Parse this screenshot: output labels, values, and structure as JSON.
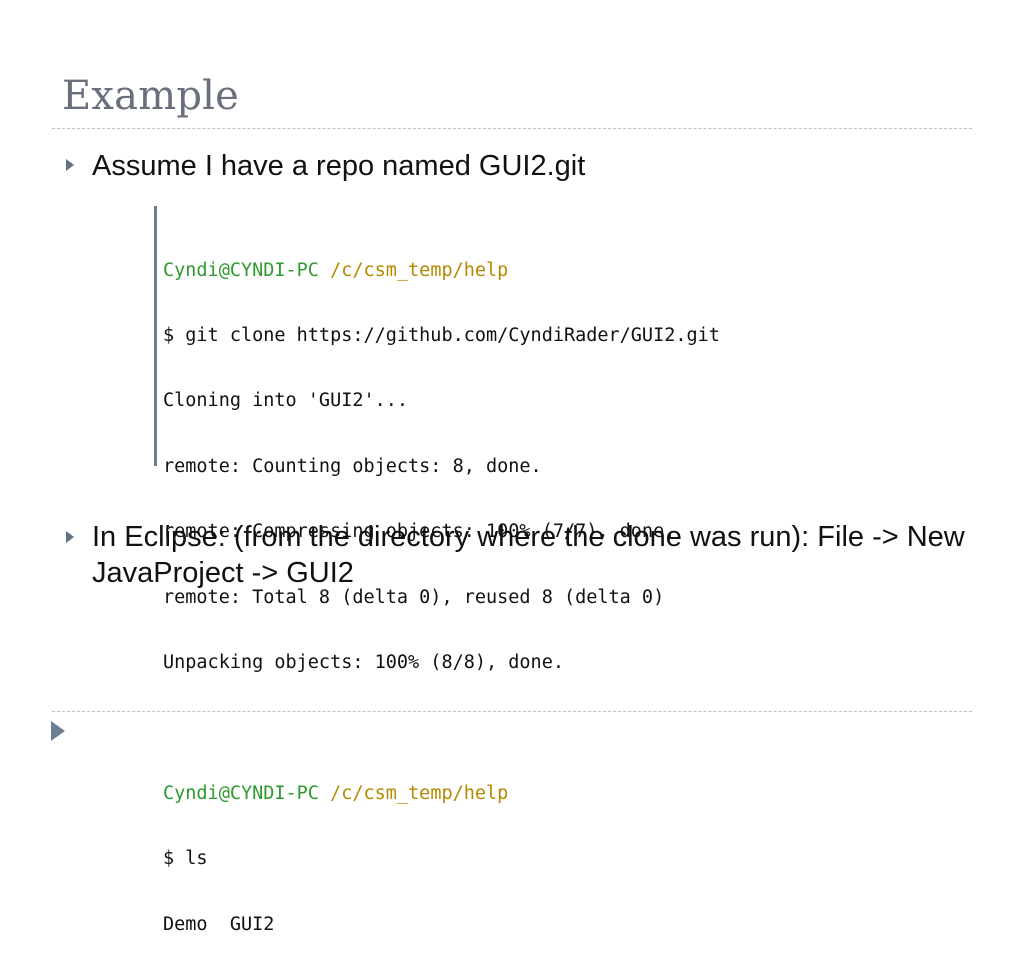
{
  "slide": {
    "title": "Example",
    "bullets": [
      {
        "text": "Assume I have a repo named GUI2.git"
      },
      {
        "text": "In Eclipse: (from the directory where the clone was run): File -> New JavaProject -> GUI2"
      }
    ]
  },
  "terminal": {
    "prompt1_user": "Cyndi@CYNDI-PC",
    "prompt1_path": "/c/csm_temp/help",
    "line1": "$ git clone https://github.com/CyndiRader/GUI2.git",
    "line2": "Cloning into 'GUI2'...",
    "line3": "remote: Counting objects: 8, done.",
    "line4": "remote: Compressing objects: 100% (7/7), done.",
    "line5": "remote: Total 8 (delta 0), reused 8 (delta 0)",
    "line6": "Unpacking objects: 100% (8/8), done.",
    "prompt2_user": "Cyndi@CYNDI-PC",
    "prompt2_path": "/c/csm_temp/help",
    "line7": "$ ls",
    "line8": "Demo  GUI2"
  },
  "colors": {
    "title": "#6a6f7e",
    "rule": "#b7c2cf",
    "bullet_arrow": "#5f6f84",
    "prompt_user": "#2f9a2f",
    "prompt_path": "#b38a00"
  },
  "icons": {
    "bullet": "triangle-right-icon",
    "nav": "play-triangle-icon"
  }
}
